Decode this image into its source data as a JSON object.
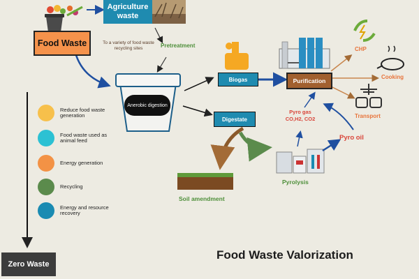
{
  "title": "Food Waste Valorization",
  "sources": {
    "food_waste": "Food Waste",
    "agriculture_waste": "Agriculture waste",
    "recycling_note": "To a variety of food waste recycling sites"
  },
  "steps": {
    "pretreatment": "Pretreatment",
    "anaerobic_digestion": "Anerobic digestion",
    "biogas": "Biogas",
    "digestate": "Digestate",
    "purification": "Purification",
    "pyro_gas": "Pyro gas\nCO,H2, CO2",
    "pyrolysis": "Pyrolysis",
    "pyro_oil": "Pyro oil",
    "soil_amendment": "Soil amendment"
  },
  "outputs": {
    "chp": "CHP",
    "cooking": "Cooking",
    "transport": "Transport"
  },
  "legend": [
    {
      "label": "Reduce food waste generation",
      "color": "#f7c04b"
    },
    {
      "label": "Food waste used as animal feed",
      "color": "#2cc1d3"
    },
    {
      "label": "Energy generation",
      "color": "#f39245"
    },
    {
      "label": "Recycling",
      "color": "#5b8b4c"
    },
    {
      "label": "Energy and resource recovery",
      "color": "#1a8bb2"
    }
  ],
  "zero_waste": "Zero Waste",
  "colors": {
    "background": "#edebe2",
    "teal_box": "#1f8bb0",
    "orange_box": "#f5924b",
    "brown_box": "#a1602f",
    "orange_text": "#e8743b",
    "red_text": "#d9453a",
    "green_text": "#4e8f3a",
    "arrow_blue": "#1f4fa0",
    "arrow_green": "#5b8b4c",
    "arrow_brown": "#8b5a2b"
  }
}
